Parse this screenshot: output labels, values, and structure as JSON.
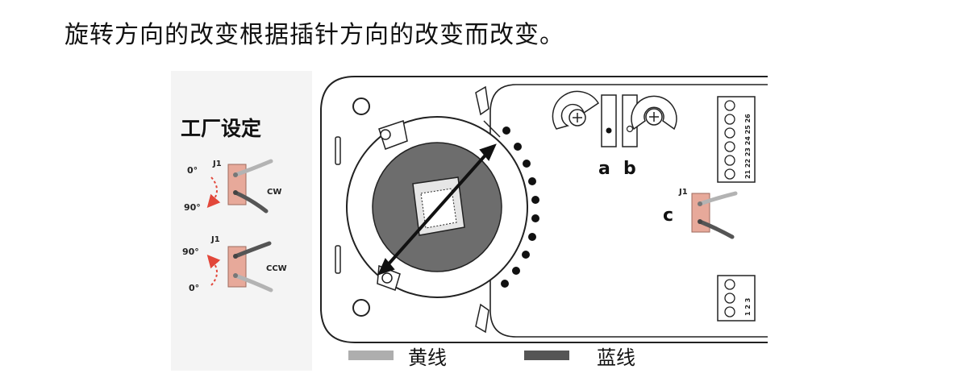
{
  "heading": "旋转方向的改变根据插针方向的改变而改变。",
  "factory": {
    "title": "工厂设定",
    "top": {
      "connector": "J1",
      "angle_top": "0°",
      "angle_bottom": "90°",
      "direction": "CW"
    },
    "bottom": {
      "connector": "J1",
      "angle_top": "90°",
      "angle_bottom": "0°",
      "direction": "CCW"
    }
  },
  "device": {
    "label_a": "a",
    "label_b": "b",
    "label_c": "c",
    "connector_c": "J1",
    "terminals_top": "21 22 23 24 25 26",
    "terminals_bottom": "1 2 3"
  },
  "legend": {
    "yellow": {
      "label": "黄线",
      "color": "#aeaeae"
    },
    "blue": {
      "label": "蓝线",
      "color": "#555555"
    }
  },
  "colors": {
    "connector_fill": "#e7a99a",
    "connector_stroke": "#9c6a5e",
    "accent_arrow": "#e2473a"
  }
}
